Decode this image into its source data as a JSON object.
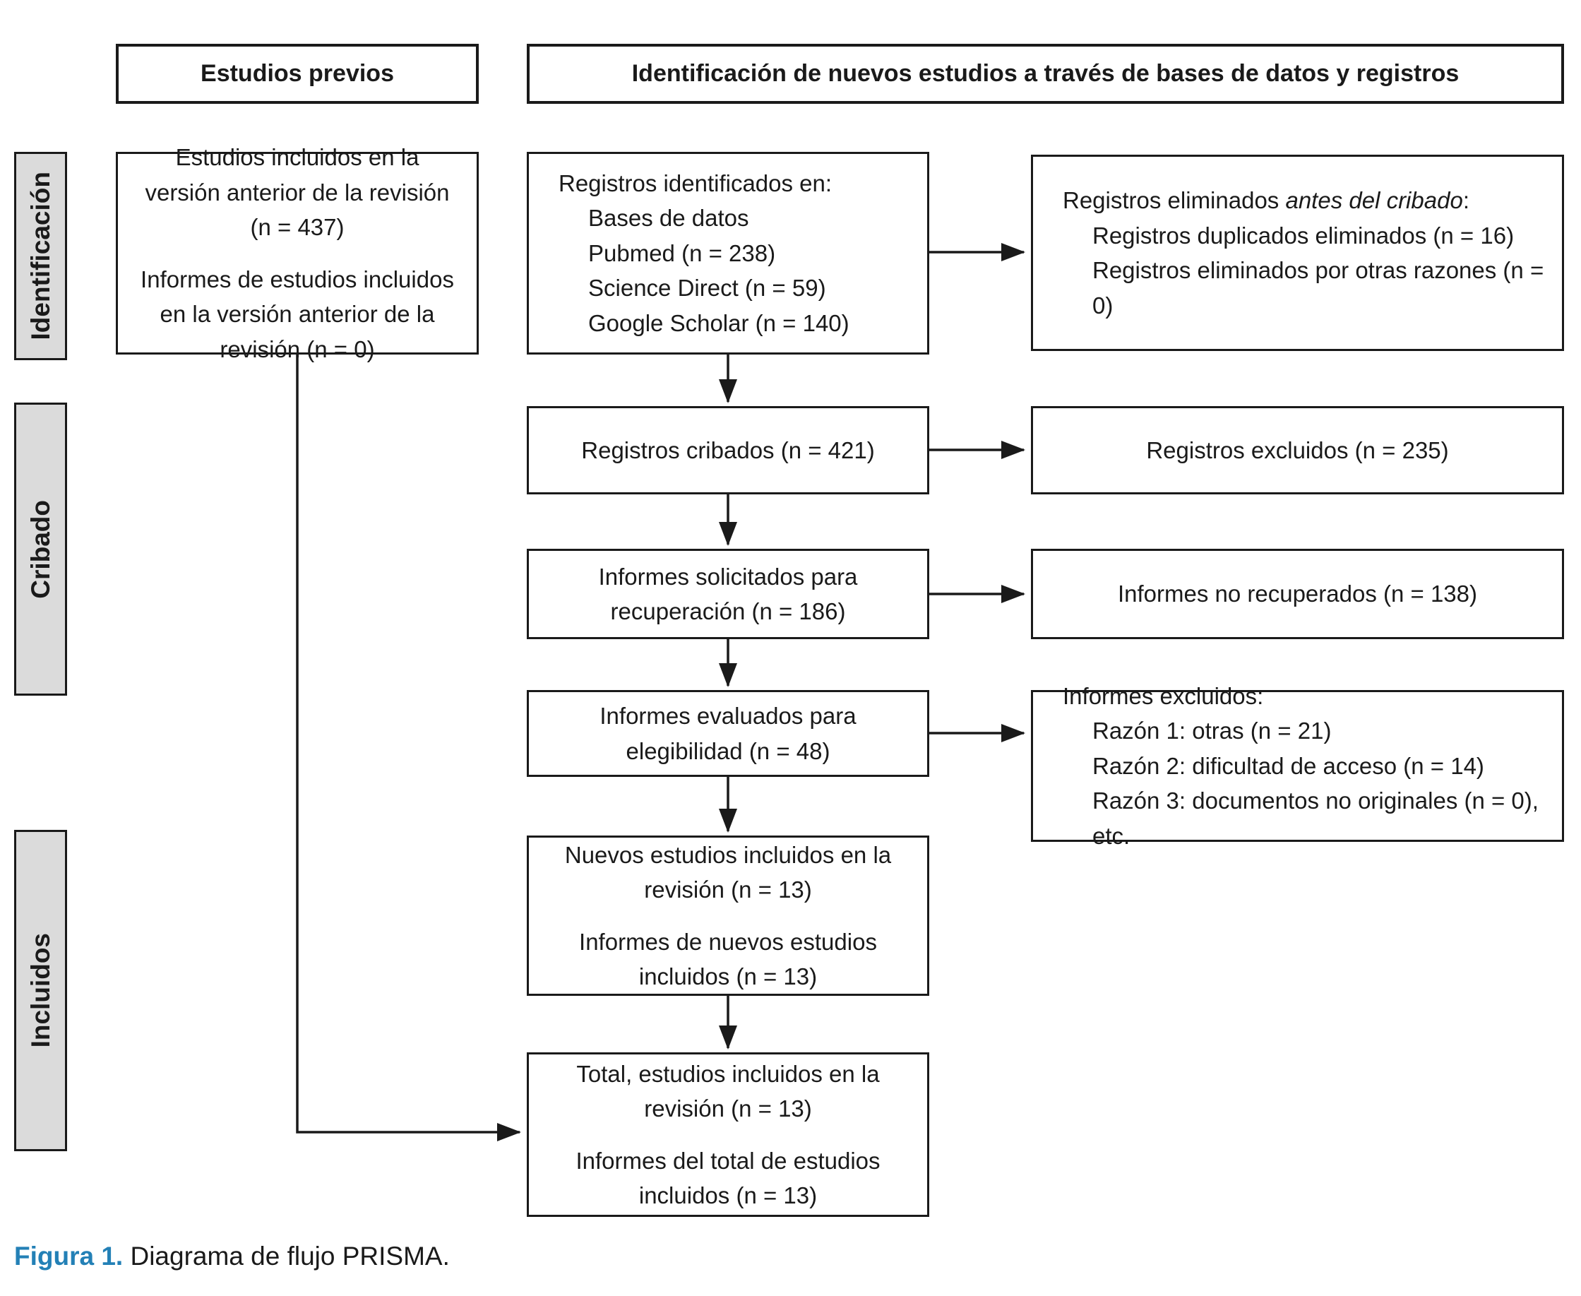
{
  "headers": {
    "previous_studies": "Estudios previos",
    "identification_new": "Identificación de nuevos estudios a través de bases de datos y registros"
  },
  "stage_labels": {
    "identification": "Identificación",
    "screening": "Cribado",
    "included": "Incluidos"
  },
  "boxes": {
    "previous_included": {
      "p1": "Estudios incluidos en la versión anterior de la revisión (n = 437)",
      "p2": "Informes de estudios incluidos en la versión anterior de la revisión (n = 0)"
    },
    "records_identified": {
      "title": "Registros identificados en:",
      "items": [
        "Bases de datos",
        "Pubmed (n = 238)",
        "Science Direct (n = 59)",
        "Google Scholar (n = 140)"
      ]
    },
    "records_removed": {
      "prefix": "Registros eliminados ",
      "italic": "antes del cribado",
      "suffix": ":",
      "items": [
        "Registros duplicados eliminados (n = 16)",
        "Registros eliminados por otras razones (n = 0)"
      ]
    },
    "records_screened": "Registros cribados (n = 421)",
    "records_excluded": "Registros excluidos (n = 235)",
    "reports_sought": "Informes solicitados para recuperación (n = 186)",
    "reports_not_retrieved": "Informes no recuperados (n = 138)",
    "reports_assessed": "Informes evaluados para elegibilidad (n = 48)",
    "reports_excluded": {
      "title": "Informes excluidos:",
      "items": [
        "Razón 1: otras (n = 21)",
        "Razón 2: dificultad de acceso (n = 14)",
        "Razón 3: documentos no originales (n = 0), etc."
      ]
    },
    "new_included": {
      "p1": "Nuevos estudios incluidos en la revisión (n = 13)",
      "p2": "Informes de nuevos estudios incluidos (n = 13)"
    },
    "total_included": {
      "p1": "Total, estudios incluidos en la revisión (n = 13)",
      "p2": "Informes del total de estudios incluidos (n = 13)"
    }
  },
  "caption": {
    "label": "Figura 1.",
    "text": " Diagrama de flujo PRISMA."
  },
  "colors": {
    "stage_fill": "#dbdbdb",
    "line": "#1a1a1a",
    "caption_accent": "#2380b6"
  }
}
